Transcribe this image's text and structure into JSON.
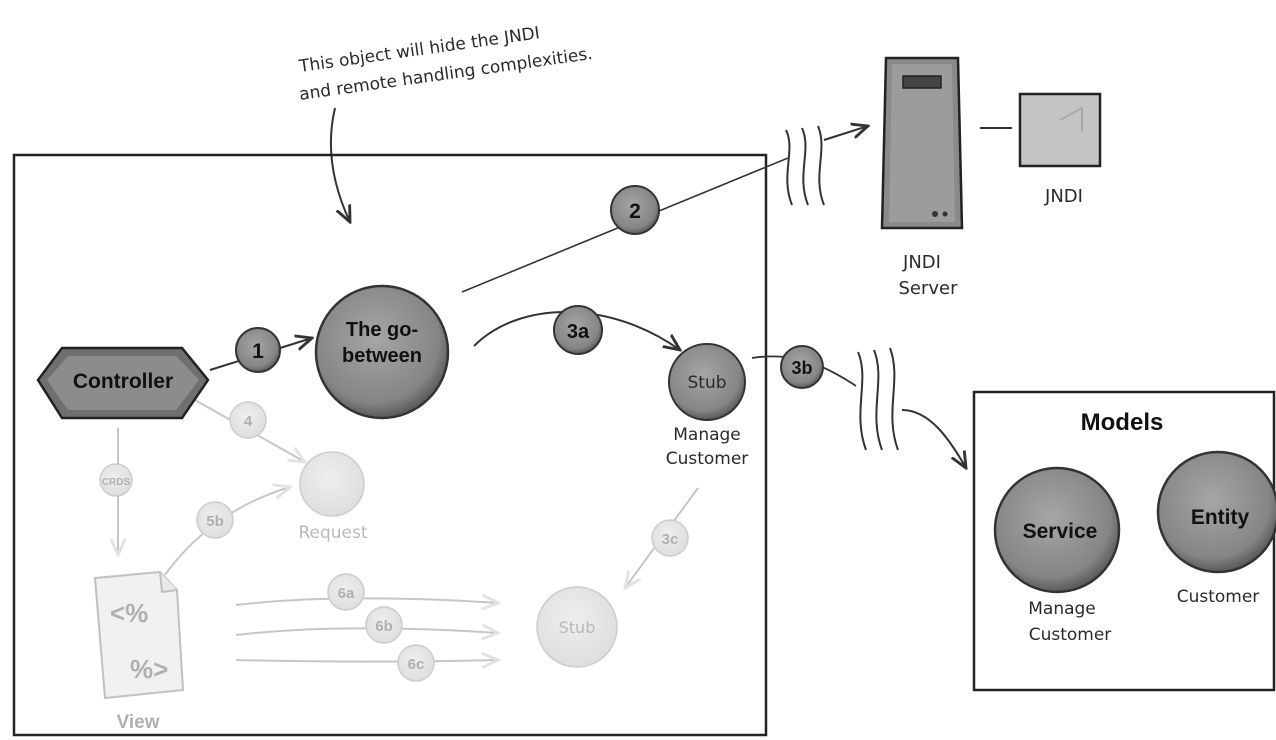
{
  "annotation": {
    "line1": "This object will hide the JNDI",
    "line2": "and remote handling complexities."
  },
  "nodes": {
    "controller": "Controller",
    "go_between_line1": "The go-",
    "go_between_line2": "between",
    "stub": "Stub",
    "stub_caption_line1": "Manage",
    "stub_caption_line2": "Customer",
    "jndi_server_line1": "JNDI",
    "jndi_server_line2": "Server",
    "jndi": "JNDI",
    "request": "Request",
    "stub_faded": "Stub",
    "view": "View",
    "view_code_open": "<%",
    "view_code_close": "%>"
  },
  "steps": {
    "s1": "1",
    "s2": "2",
    "s3a": "3a",
    "s3b": "3b",
    "s3c": "3c",
    "s4": "4",
    "s5a": "CRDS",
    "s5b": "5b",
    "s6a": "6a",
    "s6b": "6b",
    "s6c": "6c"
  },
  "models": {
    "title": "Models",
    "service": "Service",
    "service_caption_line1": "Manage",
    "service_caption_line2": "Customer",
    "entity": "Entity",
    "entity_caption": "Customer"
  },
  "colors": {
    "node_gray": "#8a8a8a",
    "node_dark": "#555555",
    "badge_gray": "#a8a8a8",
    "line": "#333333",
    "faded_line": "#aaaaaa"
  }
}
